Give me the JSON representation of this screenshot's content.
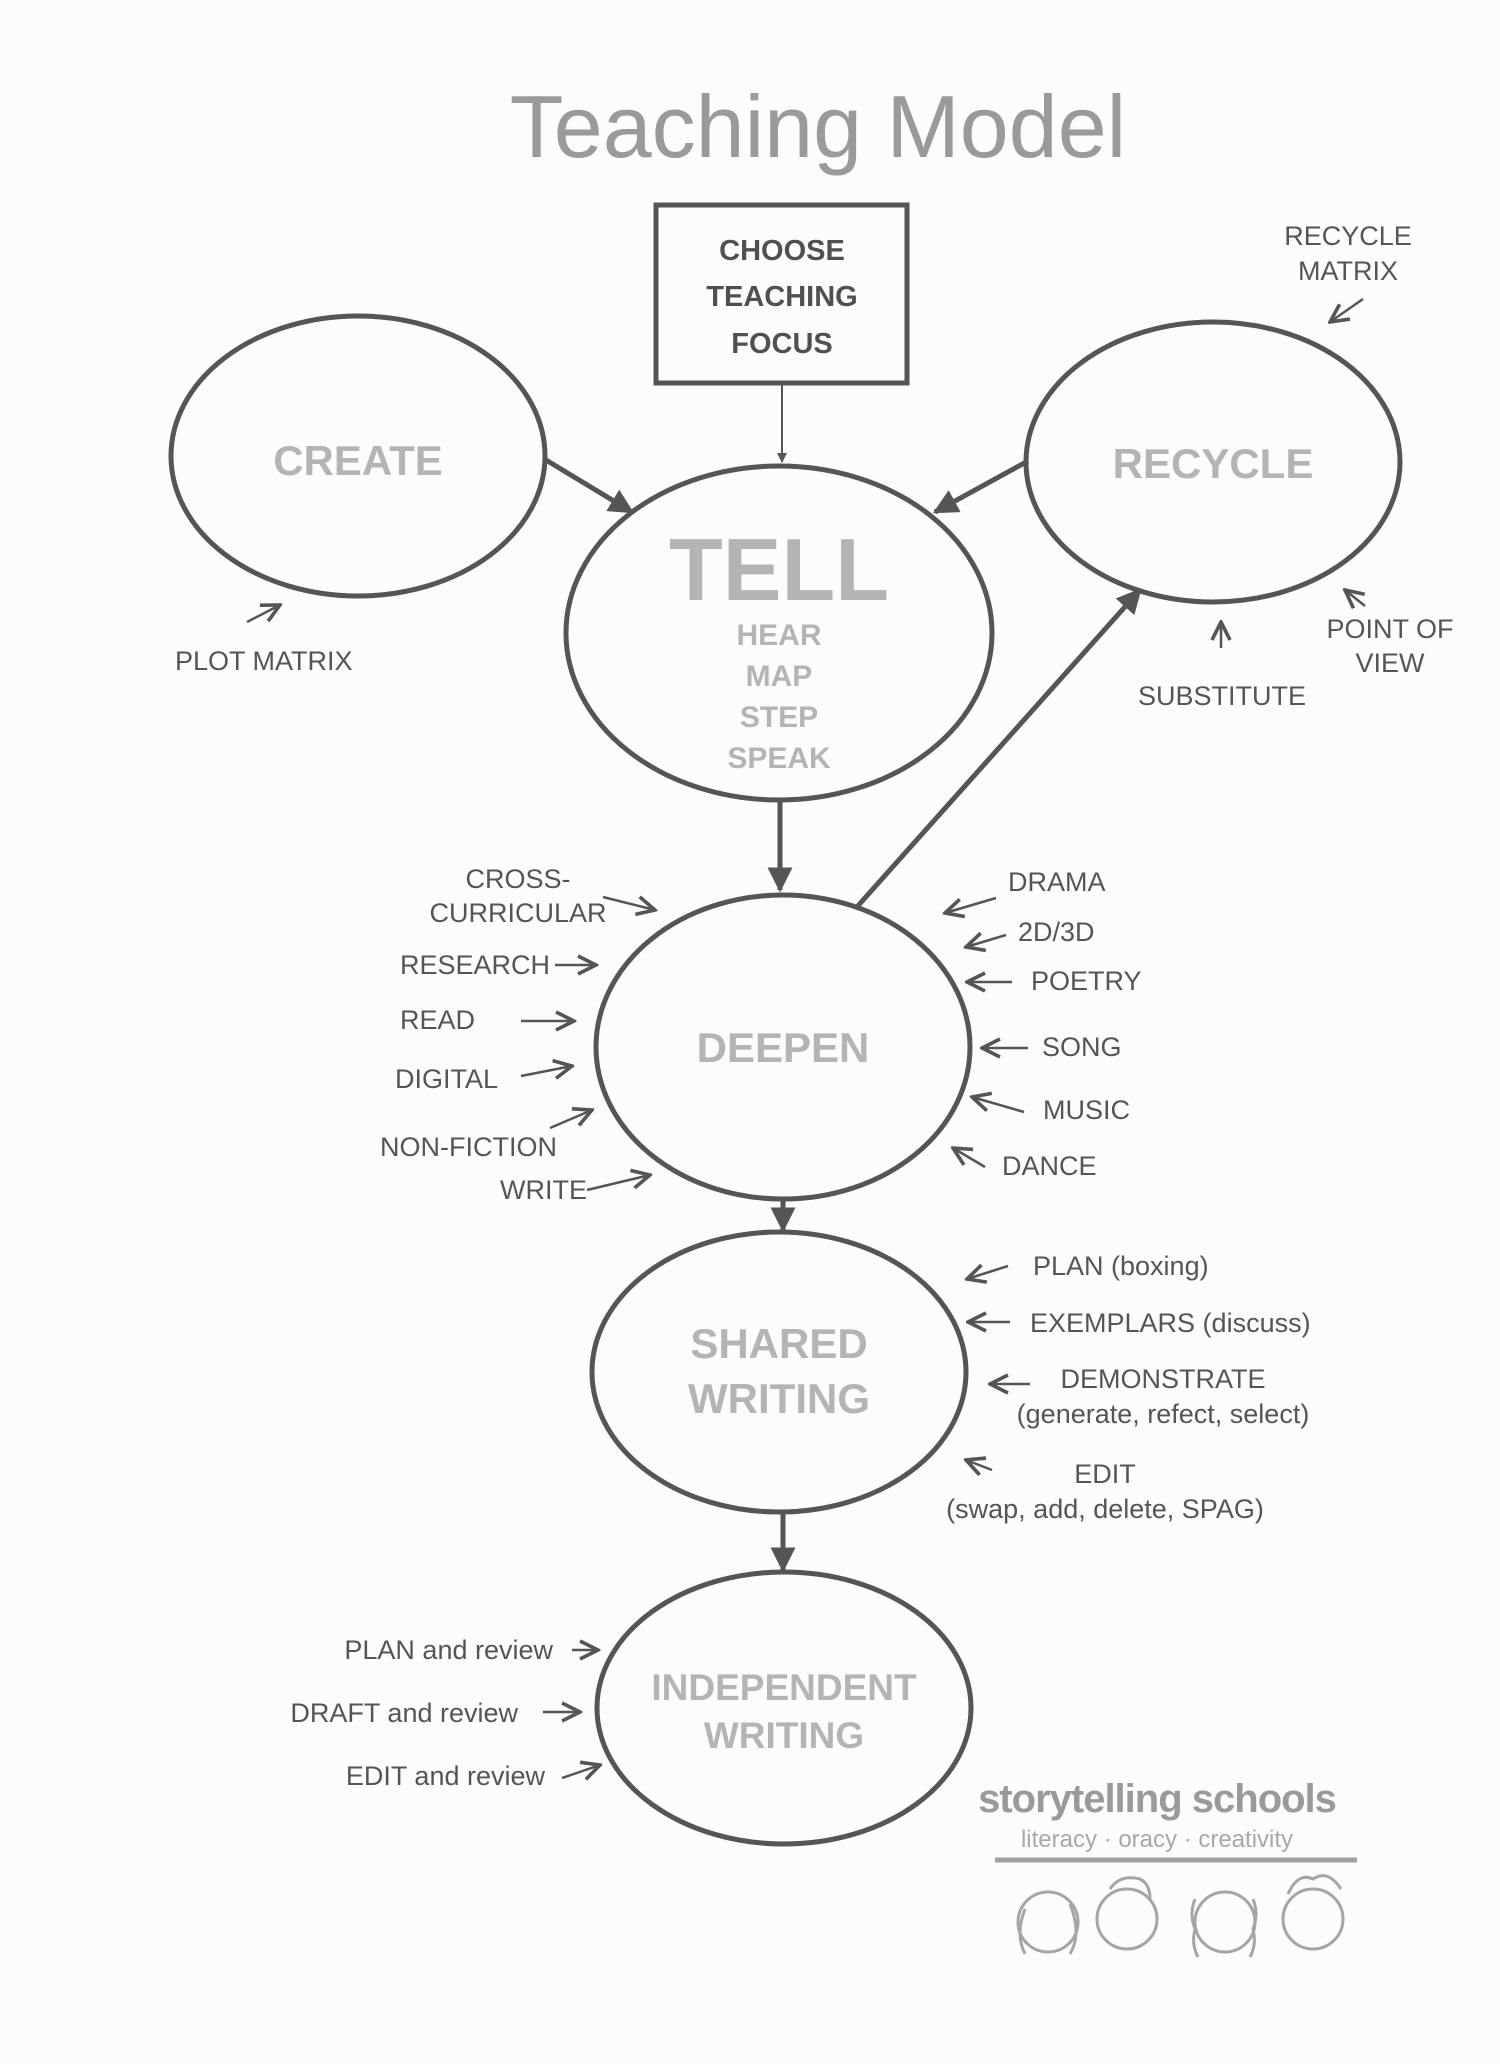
{
  "title": "Teaching Model",
  "focus_box": {
    "lines": [
      "CHOOSE",
      "TEACHING",
      "FOCUS"
    ]
  },
  "nodes": {
    "create": {
      "label": "CREATE"
    },
    "recycle": {
      "label": "RECYCLE"
    },
    "tell": {
      "label": "TELL",
      "sub": [
        "HEAR",
        "MAP",
        "STEP",
        "SPEAK"
      ]
    },
    "deepen": {
      "label": "DEEPEN"
    },
    "shared": {
      "lines": [
        "SHARED",
        "WRITING"
      ]
    },
    "independent": {
      "lines": [
        "INDEPENDENT",
        "WRITING"
      ]
    }
  },
  "create_notes": [
    "PLOT MATRIX"
  ],
  "recycle_notes": {
    "matrix": [
      "RECYCLE",
      "MATRIX"
    ],
    "substitute": "SUBSTITUTE",
    "pov": [
      "POINT OF",
      "VIEW"
    ]
  },
  "deepen_left": [
    "CROSS-",
    "CURRICULAR",
    "RESEARCH",
    "READ",
    "DIGITAL",
    "NON-FICTION",
    "WRITE"
  ],
  "deepen_right": [
    "DRAMA",
    "2D/3D",
    "POETRY",
    "SONG",
    "MUSIC",
    "DANCE"
  ],
  "shared_right": [
    "PLAN (boxing)",
    "EXEMPLARS (discuss)",
    "DEMONSTRATE",
    "(generate, refect, select)",
    "EDIT",
    "(swap, add, delete, SPAG)"
  ],
  "independent_left": [
    "PLAN and review",
    "DRAFT and review",
    "EDIT and review"
  ],
  "logo": {
    "name": "storytelling schools",
    "tagline": "literacy · oracy · creativity"
  },
  "colors": {
    "stroke": "#555555",
    "faded": "#b4b4b4",
    "paper": "#fcfcfb"
  }
}
